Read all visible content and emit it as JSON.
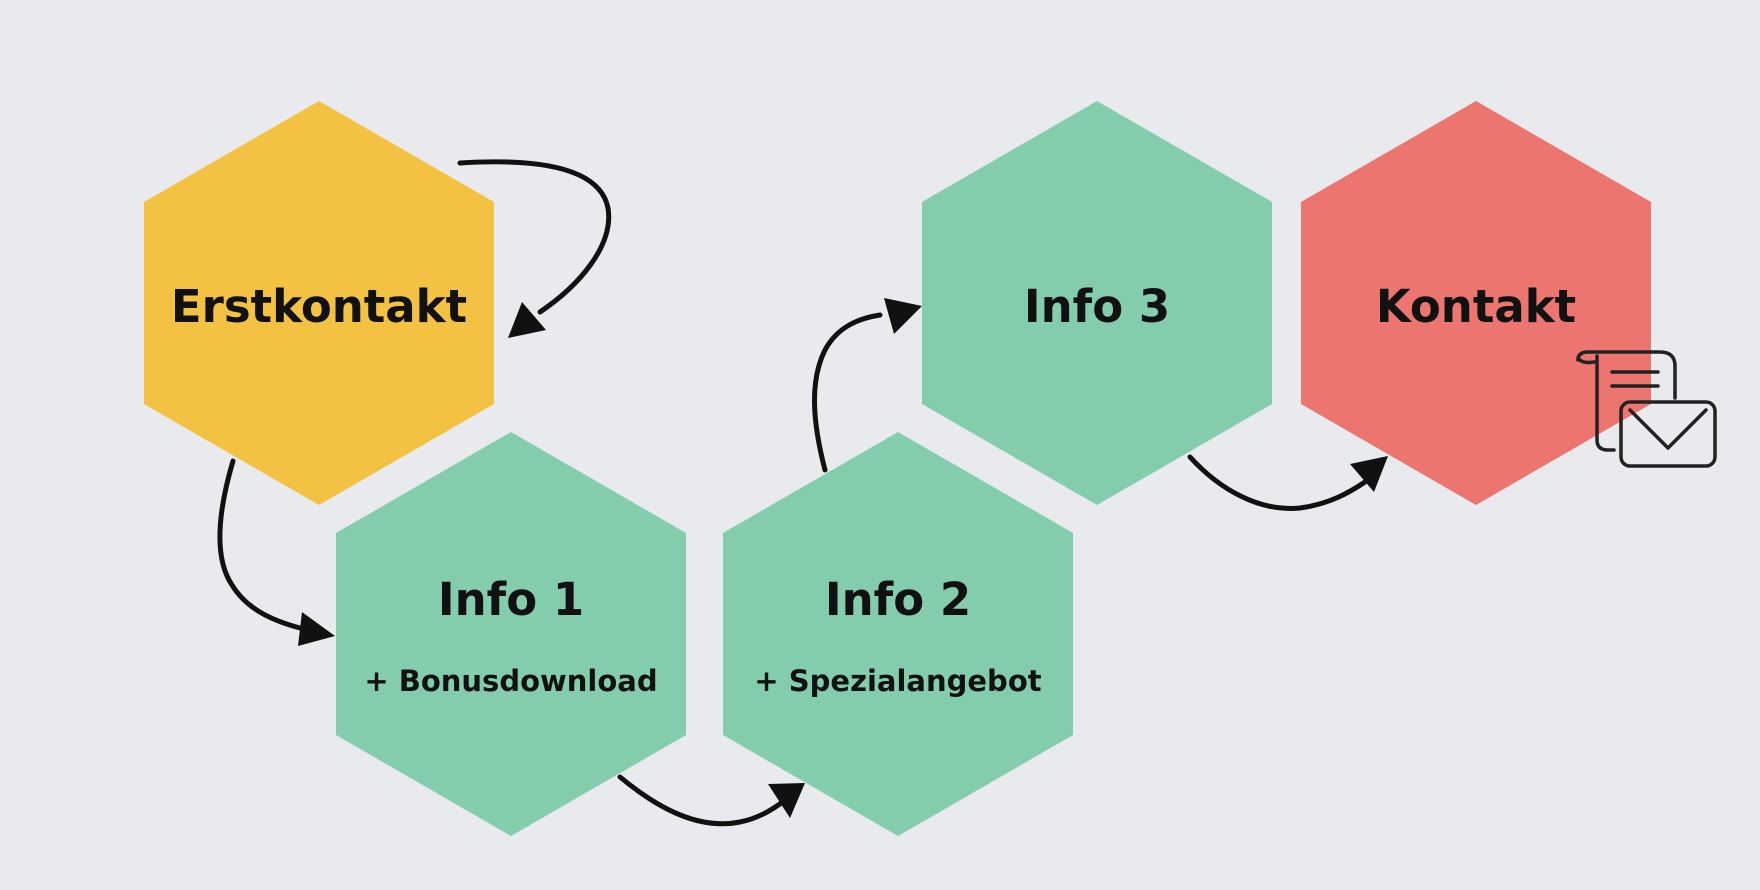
{
  "diagram": {
    "background": "#e9eaed",
    "colors": {
      "yellow": "#f4c242",
      "green": "#83cdad",
      "red": "#ec7570",
      "ink": "#111111"
    },
    "nodes": {
      "erstkontakt": {
        "title": "Erstkontakt",
        "subtitle": "",
        "color": "#f4c242"
      },
      "info1": {
        "title": "Info 1",
        "subtitle": "+ Bonusdownload",
        "color": "#83cdad"
      },
      "info2": {
        "title": "Info 2",
        "subtitle": "+ Spezialangebot",
        "color": "#83cdad"
      },
      "info3": {
        "title": "Info 3",
        "subtitle": "",
        "color": "#83cdad"
      },
      "kontakt": {
        "title": "Kontakt",
        "subtitle": "",
        "color": "#ec7570"
      }
    },
    "edges": [
      {
        "from": "Erstkontakt",
        "to": "Erstkontakt"
      },
      {
        "from": "Erstkontakt",
        "to": "Info 1"
      },
      {
        "from": "Info 1",
        "to": "Info 2"
      },
      {
        "from": "Info 2",
        "to": "Info 3"
      },
      {
        "from": "Info 3",
        "to": "Kontakt"
      }
    ],
    "icons": {
      "contact": "document-and-envelope-icon"
    }
  }
}
